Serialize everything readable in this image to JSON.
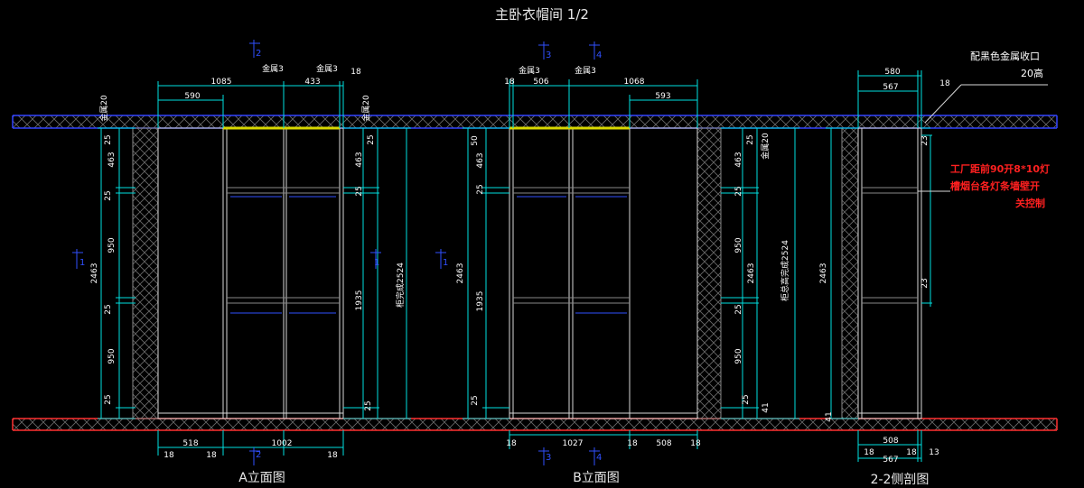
{
  "title": "主卧衣帽间 1/2",
  "labels": {
    "a": "A立面图",
    "b": "B立面图",
    "c": "2-2侧剖图"
  },
  "notes": {
    "black_metal": "配黑色金属收口",
    "height20": "20高",
    "red_line1": "工厂距前90开8*10灯",
    "red_line2": "槽烟台各灯条墙壁开",
    "red_line3": "关控制"
  },
  "a_dims": {
    "top_1085": "1085",
    "top_433": "433",
    "top_18": "18",
    "top_590": "590",
    "metal3_a": "金属3",
    "metal3_b": "金属3",
    "metal20_l": "金属20",
    "metal20_r": "金属20",
    "left_25a": "25",
    "left_463": "463",
    "left_25b": "25",
    "left_950a": "950",
    "left_25c": "25",
    "left_950b": "950",
    "left_25d": "25",
    "left_2463": "2463",
    "right_25a": "25",
    "right_463": "463",
    "right_25b": "25",
    "right_1935": "1935",
    "right_25c": "25",
    "height_label": "柜完成2524",
    "bot_518": "518",
    "bot_18a": "18",
    "bot_18b": "18",
    "bot_1002": "1002",
    "bot_18c": "18",
    "sec1_l": "1",
    "sec1_r": "1",
    "sec2_top": "2",
    "sec2_bot": "2"
  },
  "b_dims": {
    "top_18": "18",
    "top_506": "506",
    "top_1068": "1068",
    "top_593": "593",
    "metal3_a": "金属3",
    "metal3_b": "金属3",
    "metal20": "金属20",
    "left_50": "50",
    "left_463": "463",
    "left_25a": "25",
    "left_1935": "1935",
    "left_25b": "25",
    "left_2463": "2463",
    "right_25a": "25",
    "right_463": "463",
    "right_25b": "25",
    "right_950a": "950",
    "right_25c": "25",
    "right_950b": "950",
    "right_25d": "25",
    "right_2463": "2463",
    "right_41": "41",
    "height_label": "柜总高完成2524",
    "bot_18a": "18",
    "bot_1027": "1027",
    "bot_18b": "18",
    "bot_508": "508",
    "bot_18c": "18",
    "sec1": "1",
    "sec3_top": "3",
    "sec4_top": "4",
    "sec3_bot": "3",
    "sec4_bot": "4"
  },
  "c_dims": {
    "top_580": "580",
    "top_567": "567",
    "top_18": "18",
    "left_2463": "2463",
    "left_41": "41",
    "right_23a": "23",
    "right_23b": "23",
    "bot_508": "508",
    "bot_18a": "18",
    "bot_567": "567",
    "bot_18b": "18",
    "bot_13": "13"
  }
}
